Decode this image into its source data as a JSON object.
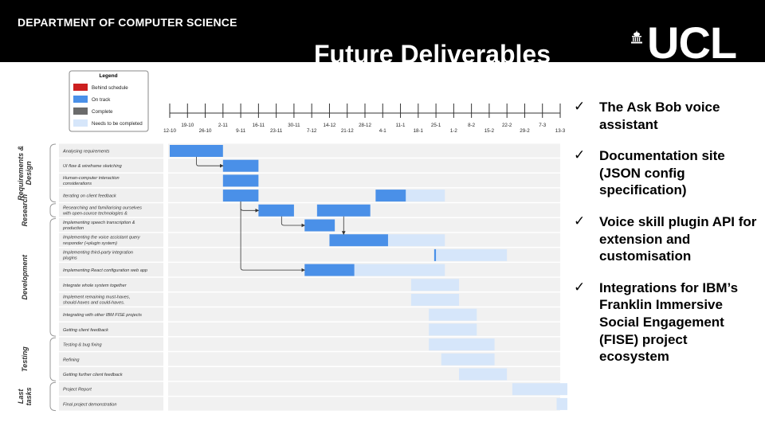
{
  "header": {
    "department": "DEPARTMENT OF COMPUTER SCIENCE",
    "title": "Future Deliverables",
    "logo": "UCL"
  },
  "legend": {
    "title": "Legend",
    "items": [
      {
        "label": "Behind schedule",
        "color": "#cc1f1f"
      },
      {
        "label": "On track",
        "color": "#4a90e8"
      },
      {
        "label": "Complete",
        "color": "#6b6b6b"
      },
      {
        "label": "Needs to be completed",
        "color": "#d6e6fa"
      }
    ]
  },
  "timeline": {
    "ticks": [
      "12-10",
      "19-10",
      "26-10",
      "2-11",
      "9-11",
      "16-11",
      "23-11",
      "30-11",
      "7-12",
      "14-12",
      "21-12",
      "28-12",
      "4-1",
      "11-1",
      "18-1",
      "25-1",
      "1-2",
      "8-2",
      "15-2",
      "22-2",
      "29-2",
      "7-3",
      "13-3"
    ]
  },
  "phases": [
    {
      "label": "Requirements & Design",
      "first": 0,
      "last": 3
    },
    {
      "label": "Research",
      "first": 4,
      "last": 4
    },
    {
      "label": "Development",
      "first": 5,
      "last": 12
    },
    {
      "label": "Testing",
      "first": 13,
      "last": 15
    },
    {
      "label": "Last tasks",
      "first": 16,
      "last": 17
    }
  ],
  "tasks": [
    {
      "label": "Analysing requirements",
      "done": [
        0,
        3
      ],
      "todo": null
    },
    {
      "label": "UI flow & wireframe sketching",
      "done": [
        3,
        5
      ],
      "todo": null
    },
    {
      "label": "Human-computer interaction considerations",
      "done": [
        3,
        5
      ],
      "todo": null
    },
    {
      "label": "Iterating on client feedback",
      "done": [
        3,
        5
      ],
      "todo": null
    },
    {
      "label": "Researching and familiarising ourselves with open-source technologies & libraries",
      "done": [
        5,
        7
      ],
      "todo": null
    },
    {
      "label": "Implementing speech transcription & production",
      "done": [
        7.6,
        9.3
      ],
      "todo": null
    },
    {
      "label": "Implementing the voice assistant query responder (+plugin system)",
      "done": [
        9,
        12.3
      ],
      "todo": [
        12.3,
        15.5
      ]
    },
    {
      "label": "Implementing third-party integration plugins",
      "done": [
        14.9,
        15
      ],
      "todo": [
        15,
        19
      ]
    },
    {
      "label": "Implementing React configuration web app",
      "done": [
        7.6,
        10.4
      ],
      "todo": [
        10.4,
        15.5
      ]
    },
    {
      "label": "Integrate whole system together",
      "done": null,
      "todo": [
        13.6,
        16.3
      ]
    },
    {
      "label": "Implement remaining must-haves, should-haves and could-haves.",
      "done": null,
      "todo": [
        13.6,
        16.3
      ]
    },
    {
      "label": "Integrating with other IBM FISE projects",
      "done": null,
      "todo": [
        14.6,
        17.3
      ]
    },
    {
      "label": "Getting client feedback",
      "done": null,
      "todo": [
        14.6,
        17.3
      ]
    },
    {
      "label": "Testing & bug fixing",
      "done": null,
      "todo": [
        14.6,
        18.3
      ]
    },
    {
      "label": "Refining",
      "done": null,
      "todo": [
        15.3,
        18.3
      ]
    },
    {
      "label": "Getting further client feedback",
      "done": null,
      "todo": [
        16.3,
        19
      ]
    },
    {
      "label": "Project Report",
      "done": null,
      "todo": [
        19.3,
        22.7
      ]
    },
    {
      "label": "Final project demonstration",
      "done": null,
      "todo": [
        21.8,
        22.8
      ]
    }
  ],
  "extra_bars": [
    {
      "row": 3,
      "done": [
        11.6,
        13.3
      ],
      "todo": [
        13.3,
        15.5
      ]
    },
    {
      "row": 4,
      "done": [
        8.3,
        11.3
      ],
      "todo": null
    }
  ],
  "dependencies": [
    {
      "from_row": 0,
      "to_row": 1,
      "at": 1.5,
      "end": 3
    },
    {
      "from_row": 3,
      "to_row": 4,
      "at": 4,
      "end": 5
    },
    {
      "from_row": 4,
      "to_row": 5,
      "at": 6.3,
      "end": 7.6
    },
    {
      "from_row": 4,
      "to_row": 6,
      "at": 9.8,
      "end": 9.8
    },
    {
      "from_row": 3,
      "to_row": 8,
      "at": 4,
      "end": 7.6
    }
  ],
  "bullets": [
    "The Ask Bob voice assistant",
    "Documentation site (JSON config specification)",
    "Voice skill plugin API for extension and customisation",
    "Integrations for IBM’s Franklin Immersive Social Engagement (FISE) project ecosystem"
  ],
  "icons": {
    "bullet": "check-icon",
    "logo_mark": "portico-icon"
  }
}
